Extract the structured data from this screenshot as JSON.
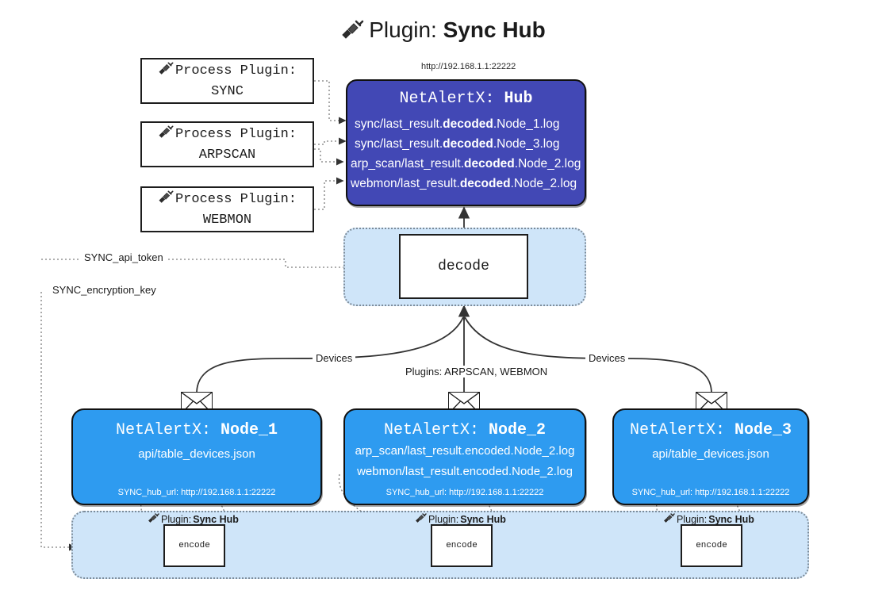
{
  "title": {
    "icon": "plug-icon",
    "prefix": "Plugin: ",
    "name": "Sync Hub"
  },
  "hub": {
    "url_label": "http://192.168.1.1:22222",
    "title_prefix": "NetAlertX: ",
    "title_name": "Hub",
    "rows": [
      {
        "pre": "sync/last_result.",
        "bold": "decoded",
        "post": ".Node_1.log"
      },
      {
        "pre": "sync/last_result.",
        "bold": "decoded",
        "post": ".Node_3.log"
      },
      {
        "pre": "arp_scan/last_result.",
        "bold": "decoded",
        "post": ".Node_2.log"
      },
      {
        "pre": "webmon/last_result.",
        "bold": "decoded",
        "post": ".Node_2.log"
      }
    ]
  },
  "process_plugins": [
    {
      "icon": "plug-icon",
      "line1": "Process Plugin:",
      "line2": "SYNC"
    },
    {
      "icon": "plug-icon",
      "line1": "Process Plugin:",
      "line2": "ARPSCAN"
    },
    {
      "icon": "plug-icon",
      "line1": "Process Plugin:",
      "line2": "WEBMON"
    }
  ],
  "decode": {
    "label": "decode"
  },
  "settings_edges": [
    {
      "label": "SYNC_api_token"
    },
    {
      "label": "SYNC_encryption_key"
    }
  ],
  "flow_labels": {
    "devices_left": "Devices",
    "devices_right": "Devices",
    "plugins_center": "Plugins: ARPSCAN, WEBMON"
  },
  "nodes": [
    {
      "icon": "envelope-icon",
      "title_prefix": "NetAlertX: ",
      "title_name": "Node_1",
      "lines": [
        "api/table_devices.json"
      ],
      "footer": "SYNC_hub_url: http://192.168.1.1:22222"
    },
    {
      "icon": "envelope-icon",
      "title_prefix": "NetAlertX: ",
      "title_name": "Node_2",
      "lines": [
        "arp_scan/last_result.encoded.Node_2.log",
        "webmon/last_result.encoded.Node_2.log"
      ],
      "footer": "SYNC_hub_url: http://192.168.1.1:22222"
    },
    {
      "icon": "envelope-icon",
      "title_prefix": "NetAlertX: ",
      "title_name": "Node_3",
      "lines": [
        "api/table_devices.json"
      ],
      "footer": "SYNC_hub_url: http://192.168.1.1:22222"
    }
  ],
  "encoders": [
    {
      "tag_icon": "plug-icon",
      "tag_prefix": "Plugin: ",
      "tag_name": "Sync Hub",
      "label": "encode"
    },
    {
      "tag_icon": "plug-icon",
      "tag_prefix": "Plugin: ",
      "tag_name": "Sync Hub",
      "label": "encode"
    },
    {
      "tag_icon": "plug-icon",
      "tag_prefix": "Plugin: ",
      "tag_name": "Sync Hub",
      "label": "encode"
    }
  ],
  "colors": {
    "hub_fill": "#4248b5",
    "node_fill": "#2e9bf0",
    "panel_fill": "#cfe5f9",
    "stroke": "#1d1d1d",
    "dotted": "#7c8b99"
  }
}
